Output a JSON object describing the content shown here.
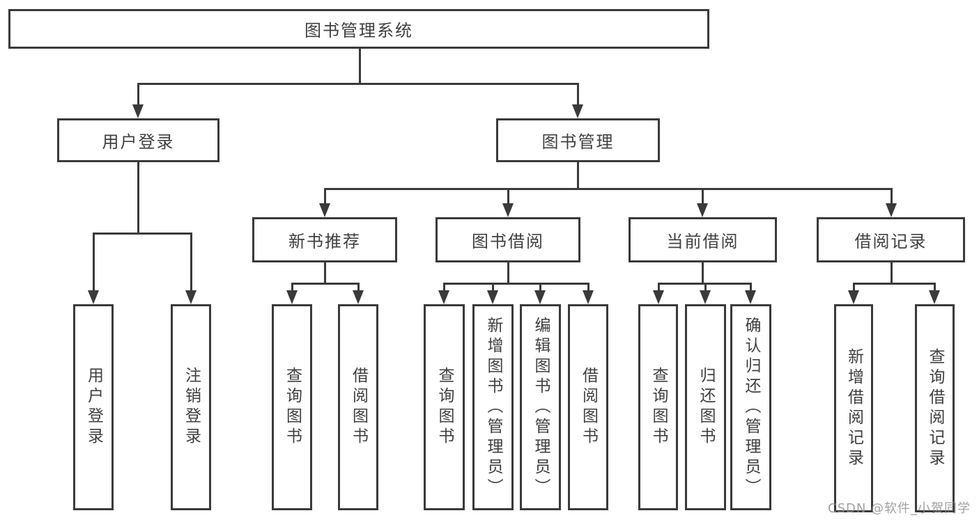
{
  "colors": {
    "stroke": "#3a3a3a",
    "node_text": "#3f3f3f",
    "watermark_gray": "#919191",
    "background": "#ffffff"
  },
  "diagram_type": "hierarchy-tree",
  "tree": {
    "label": "图书管理系统",
    "children": [
      {
        "label": "用户登录",
        "children": [
          {
            "label": "用户登录"
          },
          {
            "label": "注销登录"
          }
        ]
      },
      {
        "label": "图书管理",
        "children": [
          {
            "label": "新书推荐",
            "children": [
              {
                "label": "查询图书"
              },
              {
                "label": "借阅图书"
              }
            ]
          },
          {
            "label": "图书借阅",
            "children": [
              {
                "label": "查询图书"
              },
              {
                "label": "新增图书（管理员）"
              },
              {
                "label": "编辑图书（管理员）"
              },
              {
                "label": "借阅图书"
              }
            ]
          },
          {
            "label": "当前借阅",
            "children": [
              {
                "label": "查询图书"
              },
              {
                "label": "归还图书"
              },
              {
                "label": "确认归还（管理员）"
              }
            ]
          },
          {
            "label": "借阅记录",
            "children": [
              {
                "label": "新增借阅记录"
              },
              {
                "label": "查询借阅记录"
              }
            ]
          }
        ]
      }
    ]
  },
  "watermark": {
    "text": "CSDN @软件_小贺同学"
  }
}
